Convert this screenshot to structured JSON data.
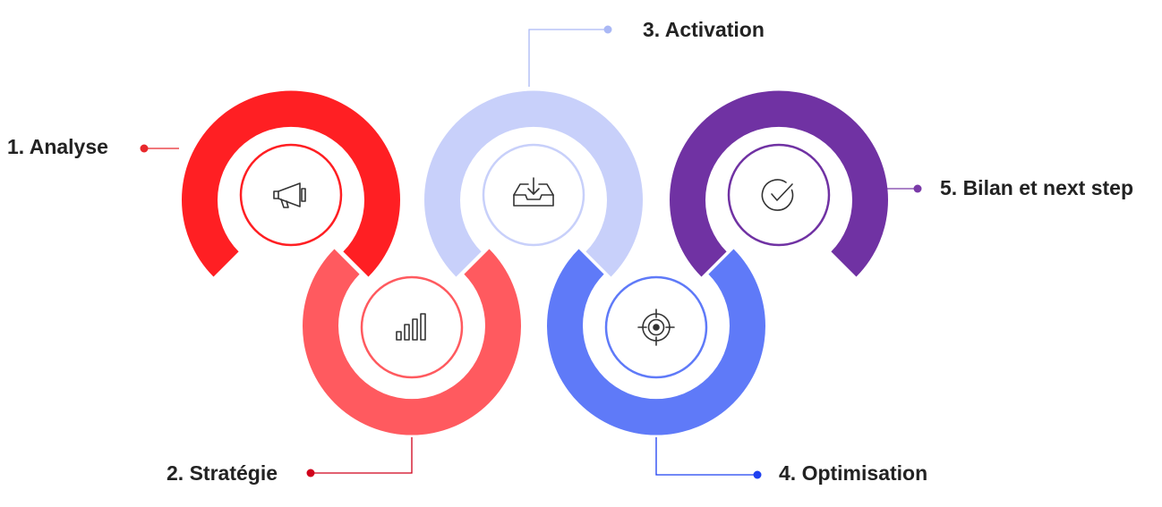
{
  "colors": {
    "step1": "#ff1f23",
    "step2": "#ff5a5f",
    "step3": "#c8d0fa",
    "step4": "#5f7af8",
    "step5": "#7032a3",
    "step1_dot": "#e8282c",
    "step2_dot": "#d0021b",
    "step3_dot": "#aab8f5",
    "step4_dot": "#1e40f0",
    "step5_dot": "#7a3aa8",
    "label": "#222222",
    "icon": "#333333"
  },
  "steps": [
    {
      "label": "1. Analyse",
      "icon": "megaphone-icon"
    },
    {
      "label": "2. Stratégie",
      "icon": "bar-chart-icon"
    },
    {
      "label": "3. Activation",
      "icon": "inbox-download-icon"
    },
    {
      "label": "4. Optimisation",
      "icon": "target-icon"
    },
    {
      "label": "5. Bilan et next step",
      "icon": "check-circle-icon"
    }
  ]
}
